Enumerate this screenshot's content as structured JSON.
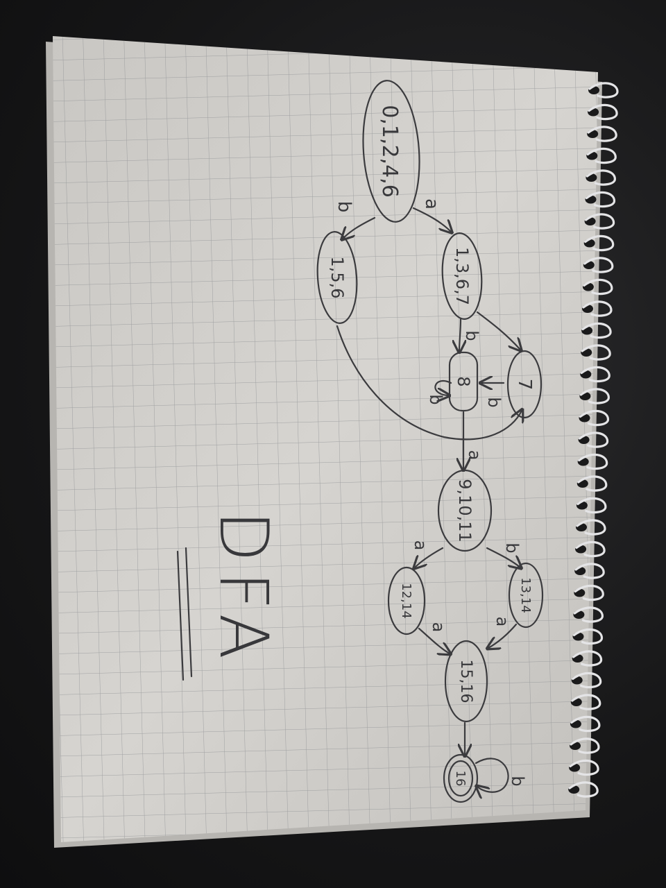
{
  "title": "DFA",
  "states": [
    {
      "id": "s0",
      "label": "0,1,2,4,6"
    },
    {
      "id": "s1",
      "label": "1,3,6,7"
    },
    {
      "id": "s2",
      "label": "1,5,6"
    },
    {
      "id": "s3",
      "label": "8"
    },
    {
      "id": "s4",
      "label": "7"
    },
    {
      "id": "s5",
      "label": "9,10,11"
    },
    {
      "id": "s6",
      "label": "12,14"
    },
    {
      "id": "s7",
      "label": "13,14"
    },
    {
      "id": "s8",
      "label": "15,16"
    },
    {
      "id": "s9",
      "label": "16",
      "accepting": true
    }
  ],
  "transitions": [
    {
      "from": "s0",
      "to": "s1",
      "symbol": "a"
    },
    {
      "from": "s0",
      "to": "s2",
      "symbol": "b"
    },
    {
      "from": "s1",
      "to": "s3",
      "symbol": "b"
    },
    {
      "from": "s1",
      "to": "s4",
      "symbol": ""
    },
    {
      "from": "s4",
      "to": "s3",
      "symbol": "b"
    },
    {
      "from": "s3",
      "to": "s3",
      "symbol": "b"
    },
    {
      "from": "s2",
      "to": "s4",
      "symbol": ""
    },
    {
      "from": "s3",
      "to": "s5",
      "symbol": "a"
    },
    {
      "from": "s5",
      "to": "s6",
      "symbol": "a"
    },
    {
      "from": "s5",
      "to": "s7",
      "symbol": "b"
    },
    {
      "from": "s6",
      "to": "s8",
      "symbol": "a"
    },
    {
      "from": "s7",
      "to": "s8",
      "symbol": "a"
    },
    {
      "from": "s8",
      "to": "s9",
      "symbol": ""
    },
    {
      "from": "s9",
      "to": "s9",
      "symbol": "b"
    }
  ]
}
